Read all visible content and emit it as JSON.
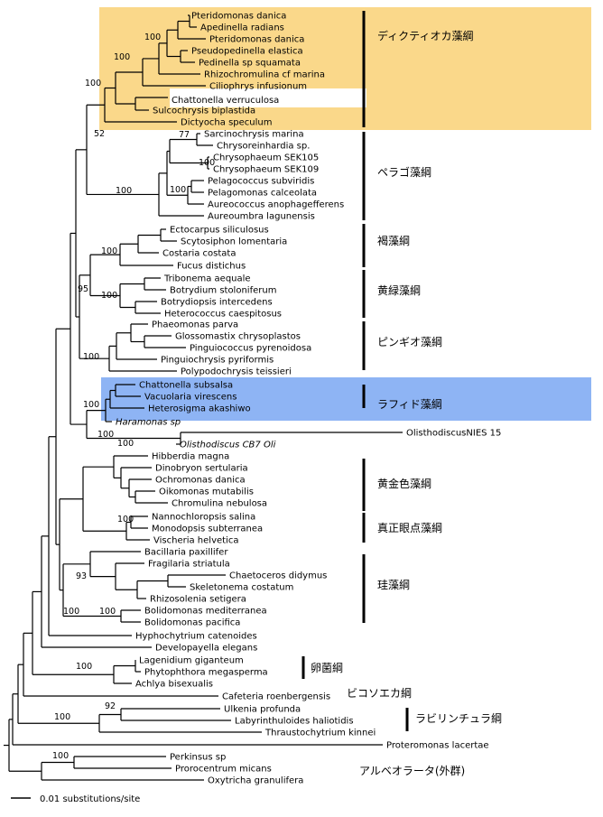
{
  "highlight_colors": {
    "dictyochophyceae": "#FAD88A",
    "raphidophyceae": "#8EB4F4",
    "chattonella_text": "#CC2200",
    "raphido_text": "#1F4FD0"
  },
  "leaves": [
    {
      "name": "Pteridomonas danica"
    },
    {
      "name": "Apedinella radians"
    },
    {
      "name": "Pteridomonas danica"
    },
    {
      "name": "Pseudopedinella elastica"
    },
    {
      "name": "Pedinella sp squamata"
    },
    {
      "name": "Rhizochromulina cf marina"
    },
    {
      "name": "Ciliophrys infusionum"
    },
    {
      "name": "Chattonella verruculosa"
    },
    {
      "name": "Sulcochrysis biplastida"
    },
    {
      "name": "Dictyocha speculum"
    },
    {
      "name": "Sarcinochrysis marina"
    },
    {
      "name": "Chrysoreinhardia sp."
    },
    {
      "name": "Chrysophaeum SEK105"
    },
    {
      "name": "Chrysophaeum SEK109"
    },
    {
      "name": "Pelagococcus subviridis"
    },
    {
      "name": "Pelagomonas calceolata"
    },
    {
      "name": "Aureococcus anophagefferens"
    },
    {
      "name": "Aureoumbra lagunensis"
    },
    {
      "name": "Ectocarpus siliculosus"
    },
    {
      "name": "Scytosiphon lomentaria"
    },
    {
      "name": "Costaria costata"
    },
    {
      "name": "Fucus distichus"
    },
    {
      "name": "Tribonema aequale"
    },
    {
      "name": "Botrydium stoloniferum"
    },
    {
      "name": "Botrydiopsis intercedens"
    },
    {
      "name": "Heterococcus caespitosus"
    },
    {
      "name": "Phaeomonas parva"
    },
    {
      "name": "Glossomastix chrysoplastos"
    },
    {
      "name": "Pinguiococcus pyrenoidosa"
    },
    {
      "name": "Pinguiochrysis pyriformis"
    },
    {
      "name": "Polypodochrysis teissieri"
    },
    {
      "name": "Chattonella subsalsa"
    },
    {
      "name": "Vacuolaria virescens"
    },
    {
      "name": "Heterosigma akashiwo"
    },
    {
      "name": "Haramonas sp"
    },
    {
      "name": "OlisthodiscusNIES 15"
    },
    {
      "name": "Olisthodiscus CB7 Oli"
    },
    {
      "name": "Hibberdia magna"
    },
    {
      "name": "Dinobryon sertularia"
    },
    {
      "name": "Ochromonas danica"
    },
    {
      "name": "Oikomonas mutabilis"
    },
    {
      "name": "Chromulina nebulosa"
    },
    {
      "name": "Nannochloropsis salina"
    },
    {
      "name": "Monodopsis subterranea"
    },
    {
      "name": "Vischeria helvetica"
    },
    {
      "name": "Bacillaria paxillifer"
    },
    {
      "name": "Fragilaria striatula"
    },
    {
      "name": "Chaetoceros didymus"
    },
    {
      "name": "Skeletonema costatum"
    },
    {
      "name": "Rhizosolenia setigera"
    },
    {
      "name": "Bolidomonas mediterranea"
    },
    {
      "name": "Bolidomonas pacifica"
    },
    {
      "name": "Hyphochytrium catenoides"
    },
    {
      "name": "Developayella elegans"
    },
    {
      "name": "Lagenidium giganteum"
    },
    {
      "name": "Phytophthora megasperma"
    },
    {
      "name": "Achlya bisexualis"
    },
    {
      "name": "Cafeteria roenbergensis"
    },
    {
      "name": "Ulkenia profunda"
    },
    {
      "name": "Labyrinthuloides haliotidis"
    },
    {
      "name": "Thraustochytrium kinnei"
    },
    {
      "name": "Proteromonas lacertae"
    },
    {
      "name": "Perkinsus sp"
    },
    {
      "name": "Prorocentrum micans"
    },
    {
      "name": "Oxytricha granulifera"
    }
  ],
  "bootstrap": [
    "100",
    "100",
    "100",
    "52",
    "77",
    "100",
    "100",
    "100",
    "100",
    "100",
    "95",
    "100",
    "100",
    "100",
    "100",
    "100",
    "93",
    "100",
    "100",
    "100",
    "92",
    "100",
    "100"
  ],
  "groups": [
    {
      "label": "ディクティオカ藻綱"
    },
    {
      "label": "ペラゴ藻綱"
    },
    {
      "label": "褐藻綱"
    },
    {
      "label": "黄緑藻綱"
    },
    {
      "label": "ピンギオ藻綱"
    },
    {
      "label": "ラフィド藻綱"
    },
    {
      "label": "黄金色藻綱"
    },
    {
      "label": "真正眼点藻綱"
    },
    {
      "label": "珪藻綱"
    },
    {
      "label": "卵菌綱"
    },
    {
      "label": "ビコソエカ綱"
    },
    {
      "label": "ラビリンチュラ綱"
    },
    {
      "label": "アルベオラータ(外群)"
    }
  ],
  "scale_bar": {
    "label": "0.01 substitutions/site"
  }
}
